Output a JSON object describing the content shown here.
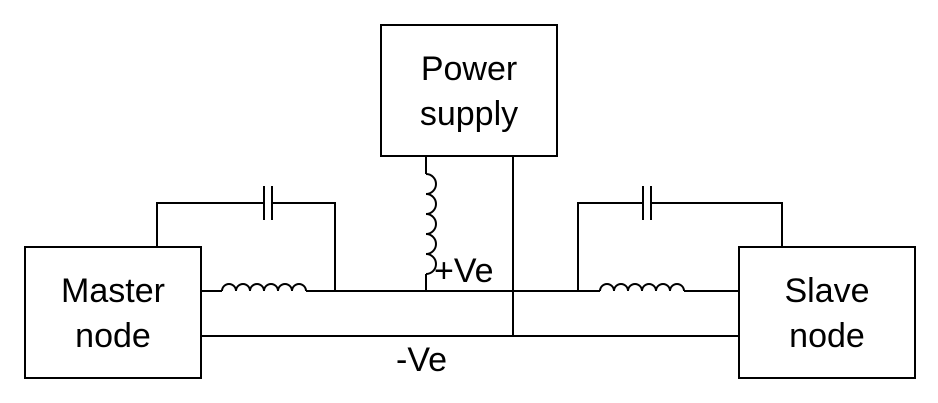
{
  "blocks": {
    "power_supply": {
      "line1": "Power",
      "line2": "supply"
    },
    "master_node": {
      "line1": "Master",
      "line2": "node"
    },
    "slave_node": {
      "line1": "Slave",
      "line2": "node"
    }
  },
  "rails": {
    "positive_label": "+Ve",
    "negative_label": "-Ve"
  }
}
